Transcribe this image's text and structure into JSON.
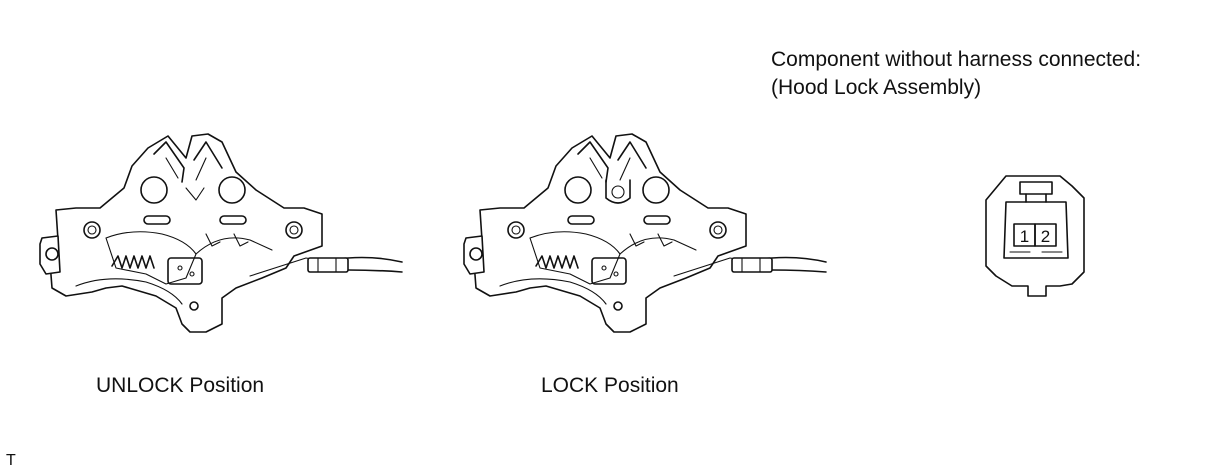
{
  "connector_caption": {
    "line1": "Component without harness connected:",
    "line2": "(Hood Lock Assembly)"
  },
  "connector": {
    "pins": [
      "1",
      "2"
    ]
  },
  "positions": {
    "unlock": "UNLOCK Position",
    "lock": "LOCK Position"
  },
  "corner_mark": "T"
}
